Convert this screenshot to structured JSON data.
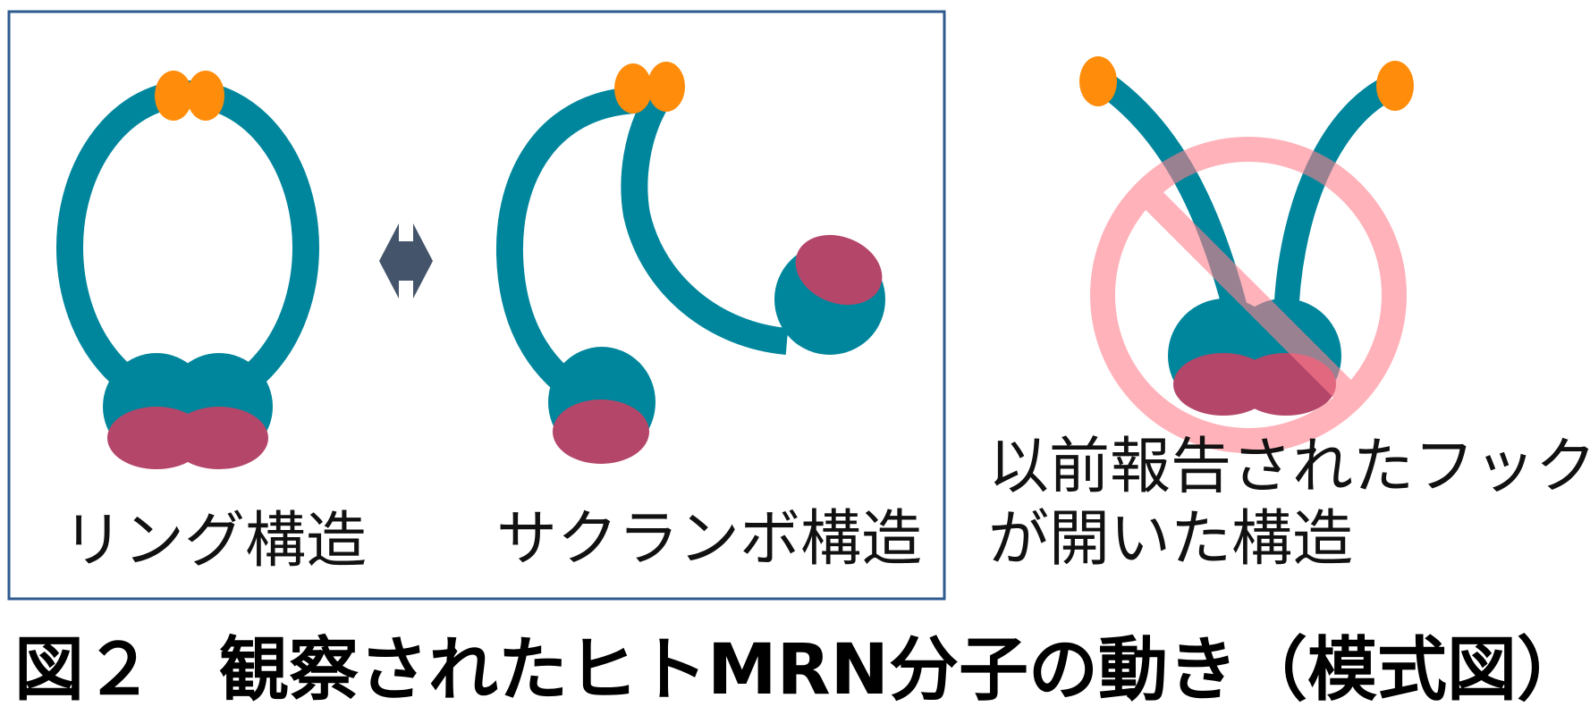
{
  "colors": {
    "frame": "#2E5A8F",
    "arm": "#00869C",
    "tip": "#FF8C0A",
    "head_base": "#00869C",
    "head_cap": "#B4466A",
    "arrow": "#44546A",
    "prohibition": "#FF7F8C"
  },
  "panels": {
    "ring": {
      "label": "リング構造"
    },
    "cherry": {
      "label": "サクランボ構造"
    },
    "open": {
      "label_line1": "以前報告されたフック",
      "label_line2": "が開いた構造"
    }
  },
  "icons": {
    "switch_arrow": "double-arrow-icon",
    "prohibition": "prohibition-icon"
  },
  "caption": {
    "number": "図２",
    "text": "観察されたヒトMRN分子の動き（模式図）"
  }
}
